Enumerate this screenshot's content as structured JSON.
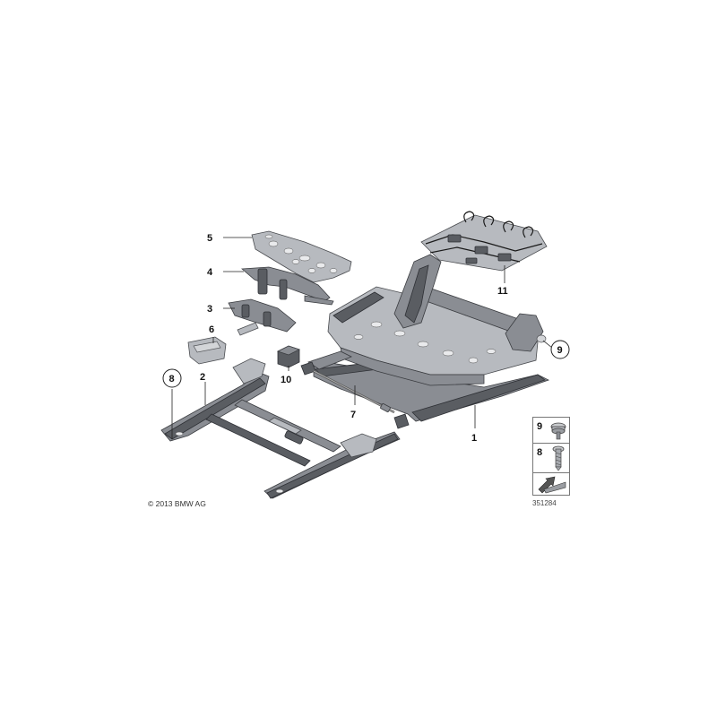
{
  "callouts": {
    "c1": "1",
    "c2": "2",
    "c3": "3",
    "c4": "4",
    "c5": "5",
    "c6": "6",
    "c7": "7",
    "c8": "8",
    "c9": "9",
    "c10": "10",
    "c11": "11"
  },
  "legend": {
    "item_top": "9",
    "item_bottom": "8"
  },
  "copyright": "© 2013 BMW AG",
  "catalog_number": "351284",
  "colors": {
    "part_dark": "#5a5d62",
    "part_mid": "#8a8d93",
    "part_light": "#b7babf",
    "background": "#ffffff"
  },
  "icons": [
    "bolt-icon",
    "screw-icon",
    "direction-arrow-icon"
  ]
}
